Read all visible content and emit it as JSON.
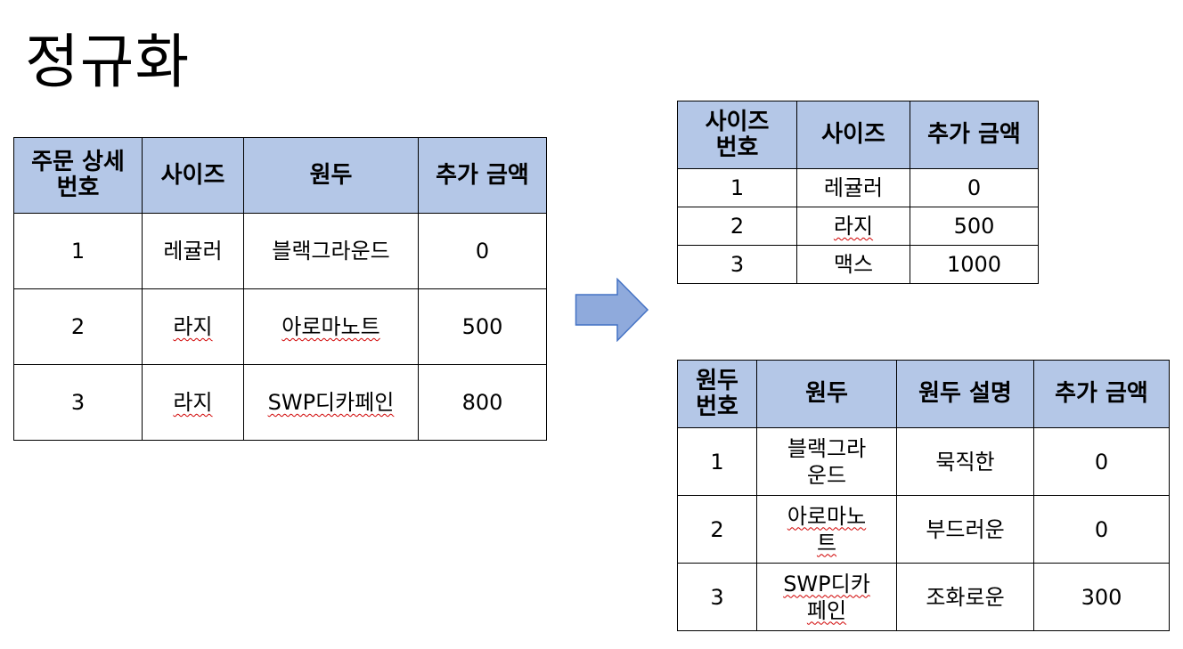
{
  "title": "정규화",
  "order_table": {
    "headers": [
      "주문 상세 번호",
      "사이즈",
      "원두",
      "추가 금액"
    ],
    "rows": [
      [
        "1",
        "레귤러",
        "블랙그라운드",
        "0"
      ],
      [
        "2",
        "라지",
        "아로마노트",
        "500"
      ],
      [
        "3",
        "라지",
        "SWP디카페인",
        "800"
      ]
    ]
  },
  "size_table": {
    "headers": [
      "사이즈 번호",
      "사이즈",
      "추가 금액"
    ],
    "rows": [
      [
        "1",
        "레귤러",
        "0"
      ],
      [
        "2",
        "라지",
        "500"
      ],
      [
        "3",
        "맥스",
        "1000"
      ]
    ]
  },
  "bean_table": {
    "headers": [
      "원두 번호",
      "원두",
      "원두 설명",
      "추가 금액"
    ],
    "rows": [
      [
        "1",
        "블랙그라운드",
        "묵직한",
        "0"
      ],
      [
        "2",
        "아로마노트",
        "부드러운",
        "0"
      ],
      [
        "3",
        "SWP디카페인",
        "조화로운",
        "300"
      ]
    ]
  },
  "colors": {
    "header_fill": "#b4c7e7",
    "arrow_fill": "#8faadc",
    "arrow_stroke": "#4472c4"
  },
  "arrow_icon": "right-arrow-icon"
}
